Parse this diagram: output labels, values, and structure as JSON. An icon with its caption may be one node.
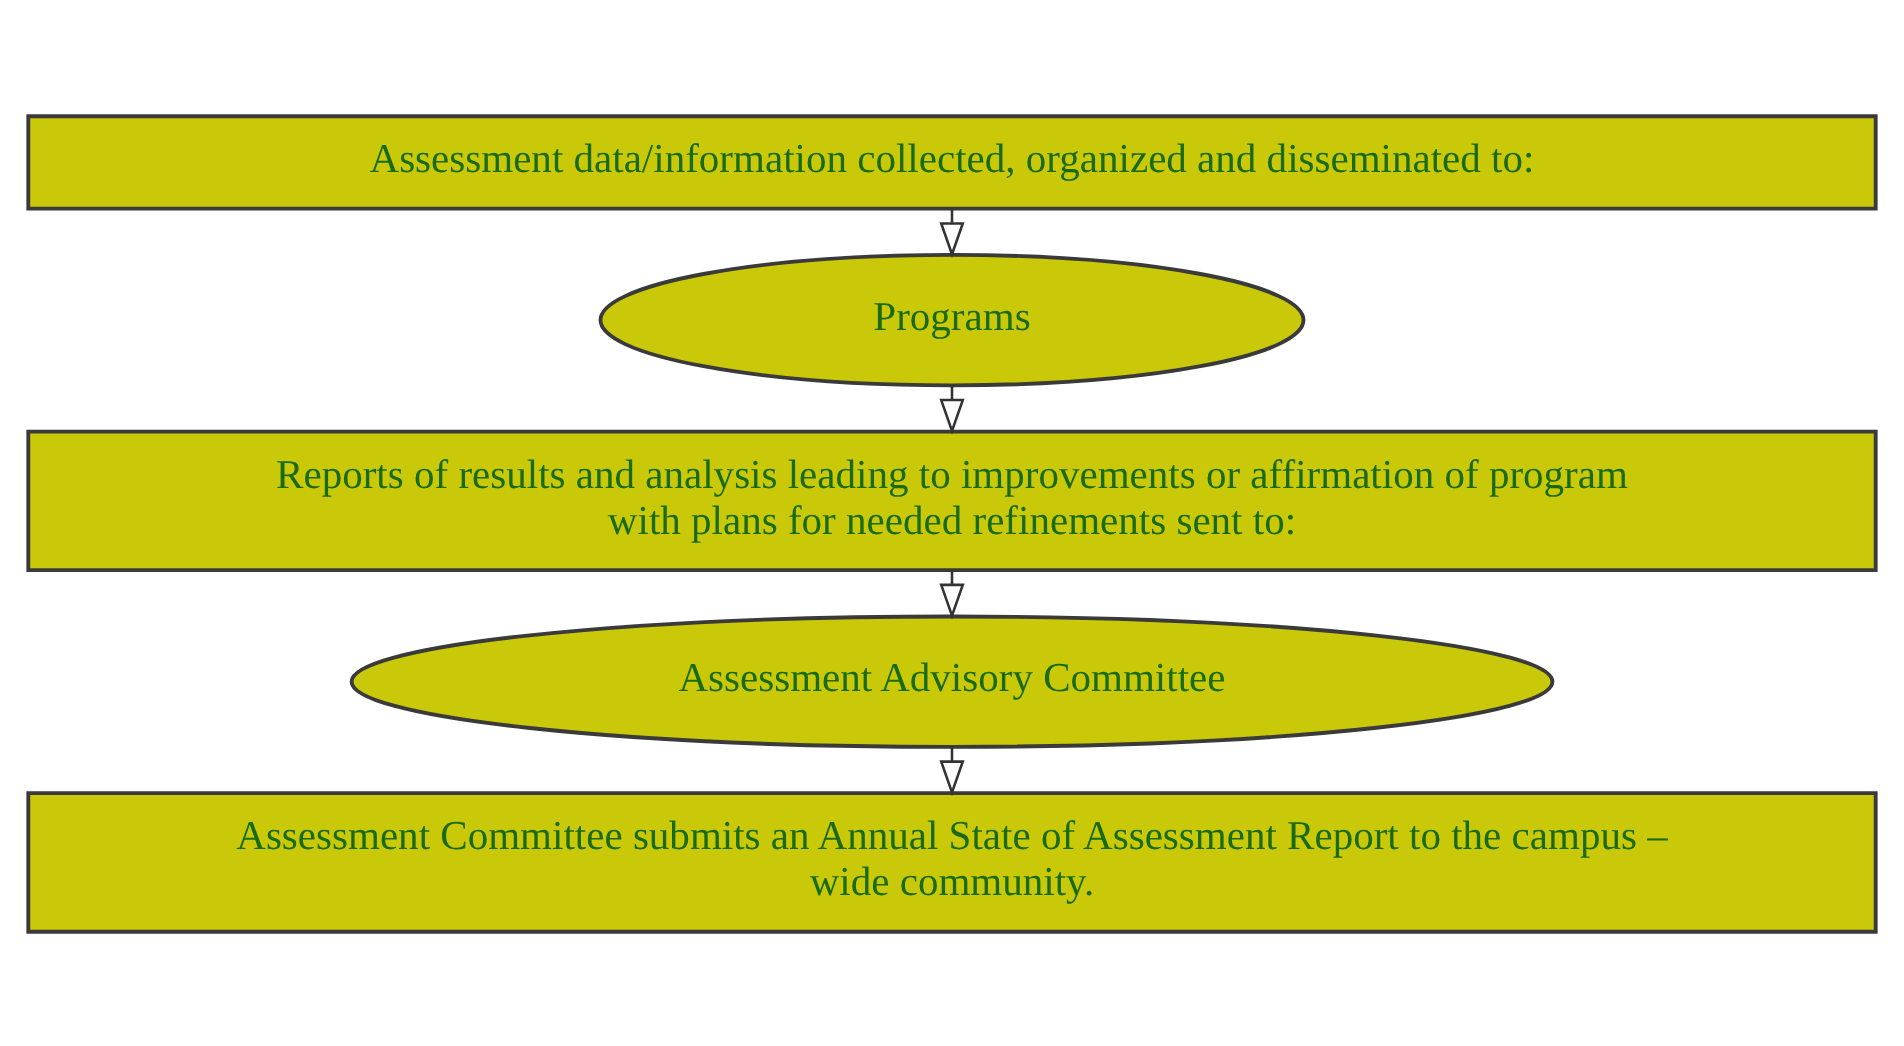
{
  "diagram": {
    "nodes": [
      {
        "text": [
          "Assessment data/information collected, organized and disseminated to:"
        ]
      },
      {
        "text": [
          "Programs"
        ]
      },
      {
        "text": [
          "Reports of results and analysis leading to improvements or affirmation of program with plans for needed refinements sent to:"
        ]
      },
      {
        "text": [
          "Assessment Advisory Committee"
        ]
      },
      {
        "text": [
          "Assessment Committee submits an Annual State of Assessment Report to the campus – wide community."
        ]
      }
    ],
    "edges": [
      {
        "from": 0,
        "to": 1,
        "arrow": "to"
      },
      {
        "from": 1,
        "to": 2,
        "arrow": "to"
      },
      {
        "from": 2,
        "to": 3,
        "arrow": "to"
      },
      {
        "from": 3,
        "to": 4,
        "arrow": "to"
      }
    ]
  }
}
